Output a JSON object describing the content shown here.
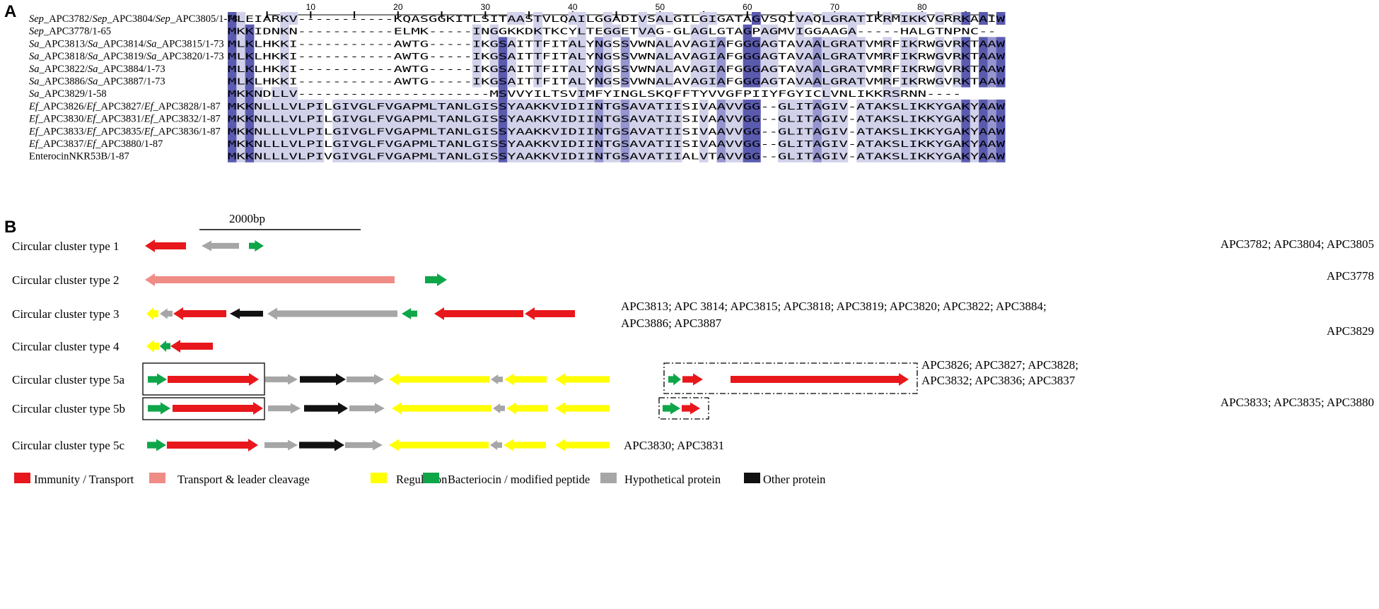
{
  "panels": {
    "a": "A",
    "b": "B"
  },
  "alignment": {
    "ruler_ticks": [
      10,
      20,
      30,
      40,
      50,
      60,
      70,
      80
    ],
    "sequences": [
      {
        "name_parts": [
          {
            "t": "Sep",
            "i": true
          },
          {
            "t": "_APC3782/"
          },
          {
            "t": "Sep",
            "i": true
          },
          {
            "t": "_APC3804/"
          },
          {
            "t": "Sep",
            "i": true
          },
          {
            "t": "_APC3805/1-78"
          }
        ],
        "seq": "MLEIARKV-----------KQASGGKITLSITAASTVLQAILGGADIVSALGILGIGATAGVSQIVAQLGRATIKRMIKKVGRRKAAIW"
      },
      {
        "name_parts": [
          {
            "t": "Sep",
            "i": true
          },
          {
            "t": "_APC3778/1-65"
          }
        ],
        "seq": "MKKIDNKN-----------ELMK-----INGGKKDKTKCYLTEGGETVAG-GLAGLGTAGPAGMVIGGAAGA-----HALGTNPNC--"
      },
      {
        "name_parts": [
          {
            "t": "Sa",
            "i": true
          },
          {
            "t": "_APC3813/"
          },
          {
            "t": "Sa",
            "i": true
          },
          {
            "t": "_APC3814/"
          },
          {
            "t": "Sa",
            "i": true
          },
          {
            "t": "_APC3815/1-73"
          }
        ],
        "seq": "MLKLHKKI-----------AWTG-----IKGSAITTFITALYNGSSVWNALAVAGIAFGGGAGTAVAALGRATVMRFIKRWGVRKTAAW"
      },
      {
        "name_parts": [
          {
            "t": "Sa",
            "i": true
          },
          {
            "t": "_APC3818/"
          },
          {
            "t": "Sa",
            "i": true
          },
          {
            "t": "_APC3819/"
          },
          {
            "t": "Sa",
            "i": true
          },
          {
            "t": "_APC3820/1-73"
          }
        ],
        "seq": "MLKLHKKI-----------AWTG-----IKGSAITTFITALYNGSSVWNALAVAGIAFGGGAGTAVAALGRATVMRFIKRWGVRKTAAW"
      },
      {
        "name_parts": [
          {
            "t": "Sa",
            "i": true
          },
          {
            "t": "_APC3822/"
          },
          {
            "t": "Sa",
            "i": true
          },
          {
            "t": "_APC3884/1-73"
          }
        ],
        "seq": "MLKLHKKI-----------AWTG-----IKGSAITTFITALYNGSSVWNALAVAGIAFGGGAGTAVAALGRATVMRFIKRWGVRKTAAW"
      },
      {
        "name_parts": [
          {
            "t": "Sa",
            "i": true
          },
          {
            "t": "_APC3886/"
          },
          {
            "t": "Sa",
            "i": true
          },
          {
            "t": "_APC3887/1-73"
          }
        ],
        "seq": "MLKLHKKI-----------AWTG-----IKGSAITTFITALYNGSSVWNALAVAGIAFGGGAGTAVAALGRATVMRFIKRWGVRKTAAW"
      },
      {
        "name_parts": [
          {
            "t": "Sa",
            "i": true
          },
          {
            "t": "_APC3829/1-58"
          }
        ],
        "seq": "MKKNDLLV----------------------MSVVYILTSVIMFYINGLSKQFFTYVVGFPIIYFGYICLVNLIKKRSRNN----"
      },
      {
        "name_parts": [
          {
            "t": "Ef",
            "i": true
          },
          {
            "t": "_APC3826/"
          },
          {
            "t": "Ef",
            "i": true
          },
          {
            "t": "_APC3827/"
          },
          {
            "t": "Ef",
            "i": true
          },
          {
            "t": "_APC3828/1-87"
          }
        ],
        "seq": "MKKNLLLVLPILGIVGLFVGAPMLTANLGISSYAAKKVIDIINTGSAVATIISIVAAVVGG--GLITAGIV-ATAKSLIKKYGAKYAAW"
      },
      {
        "name_parts": [
          {
            "t": "Ef",
            "i": true
          },
          {
            "t": "_APC3830/"
          },
          {
            "t": "Ef",
            "i": true
          },
          {
            "t": "_APC3831/"
          },
          {
            "t": "Ef",
            "i": true
          },
          {
            "t": "_APC3832/1-87"
          }
        ],
        "seq": "MKKNLLLVLPILGIVGLFVGAPMLTANLGISSYAAKKVIDIINTGSAVATIISIVAAVVGG--GLITAGIV-ATAKSLIKKYGAKYAAW"
      },
      {
        "name_parts": [
          {
            "t": "Ef",
            "i": true
          },
          {
            "t": "_APC3833/"
          },
          {
            "t": "Ef",
            "i": true
          },
          {
            "t": "_APC3835/"
          },
          {
            "t": "Ef",
            "i": true
          },
          {
            "t": "_APC3836/1-87"
          }
        ],
        "seq": "MKKNLLLVLPILGIVGLFVGAPMLTANLGISSYAAKKVIDIINTGSAVATIISIVAAVVGG--GLITAGIV-ATAKSLIKKYGAKYAAW"
      },
      {
        "name_parts": [
          {
            "t": "Ef",
            "i": true
          },
          {
            "t": "_APC3837/"
          },
          {
            "t": "Ef",
            "i": true
          },
          {
            "t": "_APC3880/1-87"
          }
        ],
        "seq": "MKKNLLLVLPILGIVGLFVGAPMLTANLGISSYAAKKVIDIINTGSAVATIISIVAAVVGG--GLITAGIV-ATAKSLIKKYGAKYAAW"
      },
      {
        "name_parts": [
          {
            "t": "EnterocinNKR53B/1-87"
          }
        ],
        "seq": "MKKNLLLVLPIVGIVGLFVGAPMLTANLGISSYAAKKVIDIINTGSAVATIIALVTAVVGG--GLITAGIV-ATAKSLIKKYGAKYAAW"
      }
    ]
  },
  "scale_bar_label": "2000bp",
  "clusters": [
    {
      "label": "Circular cluster type 1",
      "note_lines": [
        "APC3782; APC3804; APC3805"
      ]
    },
    {
      "label": "Circular cluster type 2",
      "note_lines": [
        "APC3778"
      ]
    },
    {
      "label": "Circular cluster type 3",
      "note_lines": [
        "APC3813; APC 3814; APC3815; APC3818; APC3819; APC3820; APC3822; APC3884;",
        "APC3886; APC3887"
      ]
    },
    {
      "label": "Circular cluster type 4",
      "note_lines": [
        "APC3829"
      ]
    },
    {
      "label": "Circular cluster type 5a",
      "note_lines": [
        "APC3826; APC3827;   APC3828;",
        "APC3832; APC3836; APC3837"
      ]
    },
    {
      "label": "Circular cluster type 5b",
      "note_lines": [
        "APC3833; APC3835; APC3880"
      ]
    },
    {
      "label": "Circular cluster type 5c",
      "note_lines": [
        "APC3830; APC3831"
      ]
    }
  ],
  "legend": [
    {
      "label": "Immunity / Transport",
      "color": "#e8171c"
    },
    {
      "label": "Transport & leader cleavage",
      "color": "#f08c86"
    },
    {
      "label": "Regulation",
      "color": "#ffff00"
    },
    {
      "label": "Bacteriocin / modified peptide",
      "color": "#0fa64a"
    },
    {
      "label": "Hypothetical protein",
      "color": "#a6a6a6"
    },
    {
      "label": "Other protein",
      "color": "#111111"
    }
  ],
  "colors": {
    "conserved_dark": "#5a5aaf",
    "conserved_mid": "#9595cf",
    "conserved_light": "#d1d1ea"
  }
}
